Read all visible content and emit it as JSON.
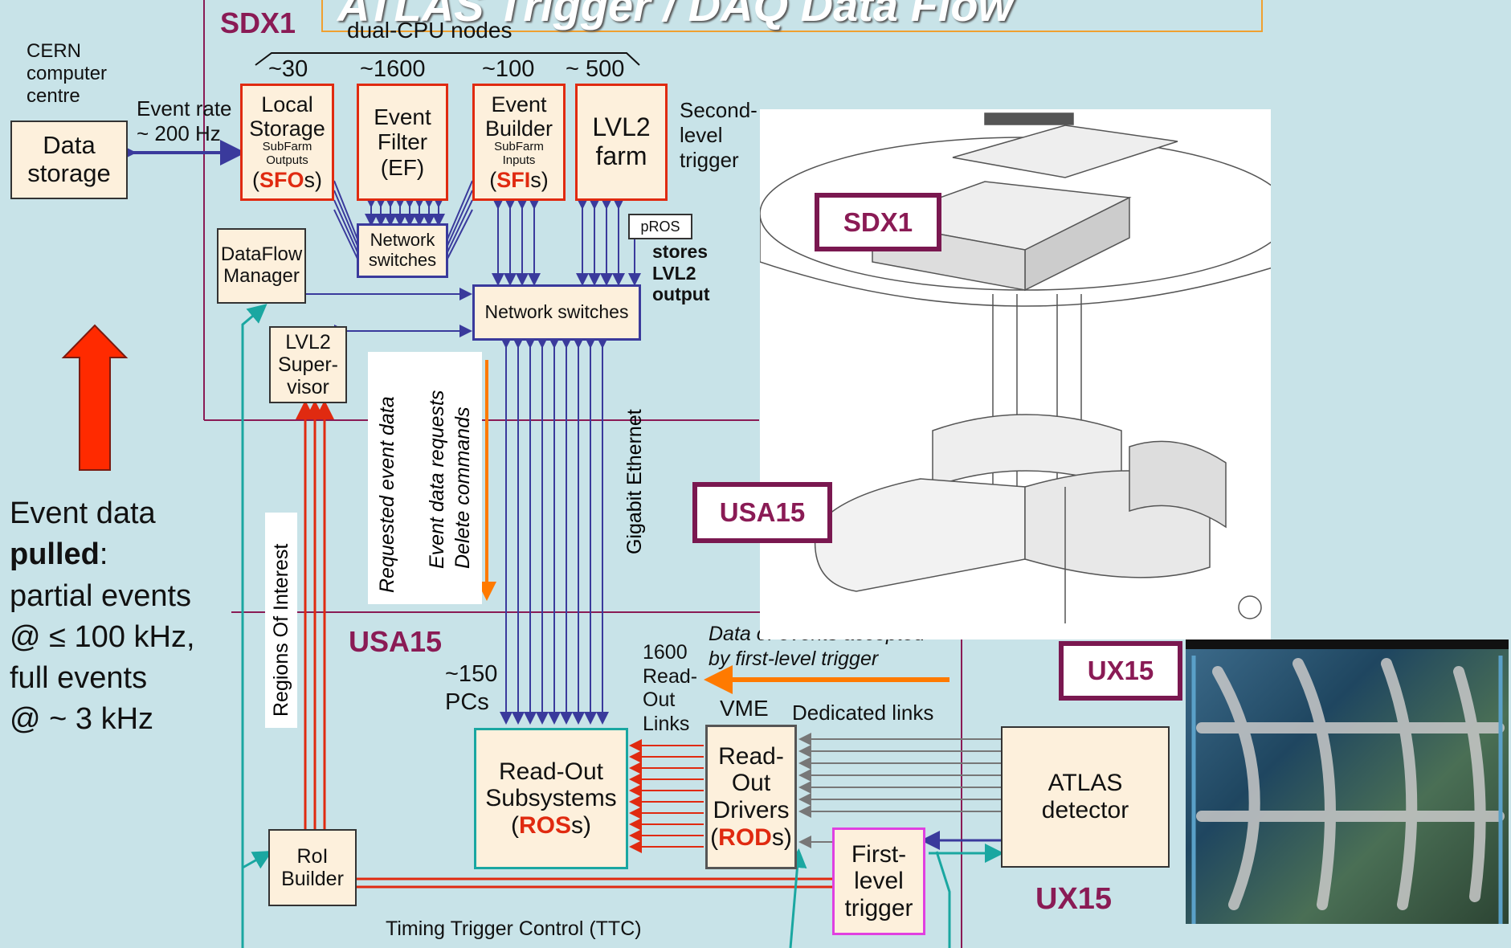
{
  "title": "ATLAS Trigger / DAQ Data Flow",
  "areas": {
    "sdx1": "SDX1",
    "usa15": "USA15",
    "ux15": "UX15"
  },
  "cern": {
    "label_lines": [
      "CERN",
      "computer",
      "centre"
    ],
    "storage_lines": [
      "Data",
      "storage"
    ],
    "rate_lines": [
      "Event rate",
      "~ 200 Hz"
    ]
  },
  "farms": {
    "heading": "dual-CPU nodes",
    "counts": [
      "~30",
      "~1600",
      "~100",
      "~ 500"
    ],
    "sfo": {
      "lines": [
        "Local",
        "Storage"
      ],
      "small": [
        "SubFarm",
        "Outputs"
      ],
      "acro": "SFO",
      "suffix": "s"
    },
    "ef": {
      "lines": [
        "Event",
        "Filter",
        "(EF)"
      ]
    },
    "sfi": {
      "lines": [
        "Event",
        "Builder"
      ],
      "small": [
        "SubFarm",
        "Inputs"
      ],
      "acro": "SFI",
      "suffix": "s"
    },
    "lvl2": {
      "lines": [
        "LVL2",
        "farm"
      ]
    },
    "second_level": [
      "Second-",
      "level",
      "trigger"
    ]
  },
  "network_small": [
    "Network",
    "switches"
  ],
  "network_main": "Network switches",
  "dataflow_manager": [
    "DataFlow",
    "Manager"
  ],
  "lvl2_supervisor": [
    "LVL2",
    "Super-",
    "visor"
  ],
  "pros": {
    "label": "pROS",
    "note": [
      "stores",
      "LVL2",
      "output"
    ]
  },
  "requested_event_data": "Requested event data",
  "event_data_requests": "Event data requests",
  "delete_commands": "Delete commands",
  "gigabit_ethernet": "Gigabit Ethernet",
  "regions_of_interest": "Regions Of Interest",
  "pulled": {
    "line1": "Event data",
    "bold": "pulled",
    "after": ":",
    "lines": [
      "partial events",
      "@ ≤ 100 kHz,",
      "full events",
      "@ ~ 3 kHz"
    ]
  },
  "pcs": [
    "~150",
    "PCs"
  ],
  "readout_links": [
    "1600",
    "Read-",
    "Out",
    "Links"
  ],
  "vme": "VME",
  "dedicated_links": "Dedicated links",
  "accepted_note": [
    "Data of events accepted",
    "by first-level trigger"
  ],
  "ros": {
    "lines": [
      "Read-Out",
      "Subsystems"
    ],
    "acro": "ROS",
    "suffix": "s)"
  },
  "rod": {
    "lines": [
      "Read-",
      "Out",
      "Drivers"
    ],
    "acro": "ROD",
    "suffix": "s)"
  },
  "atlas_detector": [
    "ATLAS",
    "detector"
  ],
  "first_level": [
    "First-",
    "level",
    "trigger"
  ],
  "roi_builder": [
    "RoI",
    "Builder"
  ],
  "ttc": "Timing Trigger Control (TTC)",
  "colors": {
    "background": "#c8e3e8",
    "area_tag": "#8a1b55",
    "red_lines": "#e02a10",
    "blue_lines": "#3a3a9c",
    "teal_lines": "#1aa7a1",
    "orange_arrows": "#ff7a00",
    "pink": "#e040e0"
  }
}
